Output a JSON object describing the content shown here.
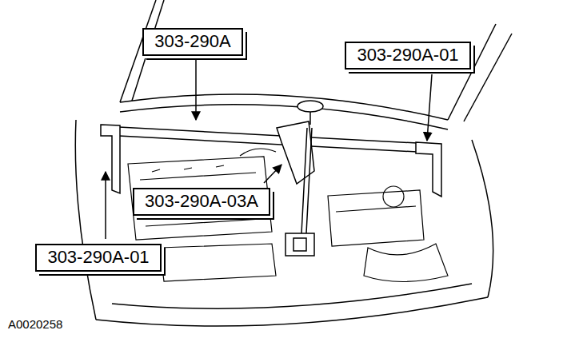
{
  "diagram": {
    "nodes": [
      {
        "text": [
          "303-290A"
        ]
      },
      {
        "text": [
          "303-290A-01"
        ]
      },
      {
        "text": [
          "303-290A-03A"
        ]
      },
      {
        "text": [
          "303-290A-01"
        ]
      }
    ],
    "labels": [
      "A0020258"
    ]
  }
}
